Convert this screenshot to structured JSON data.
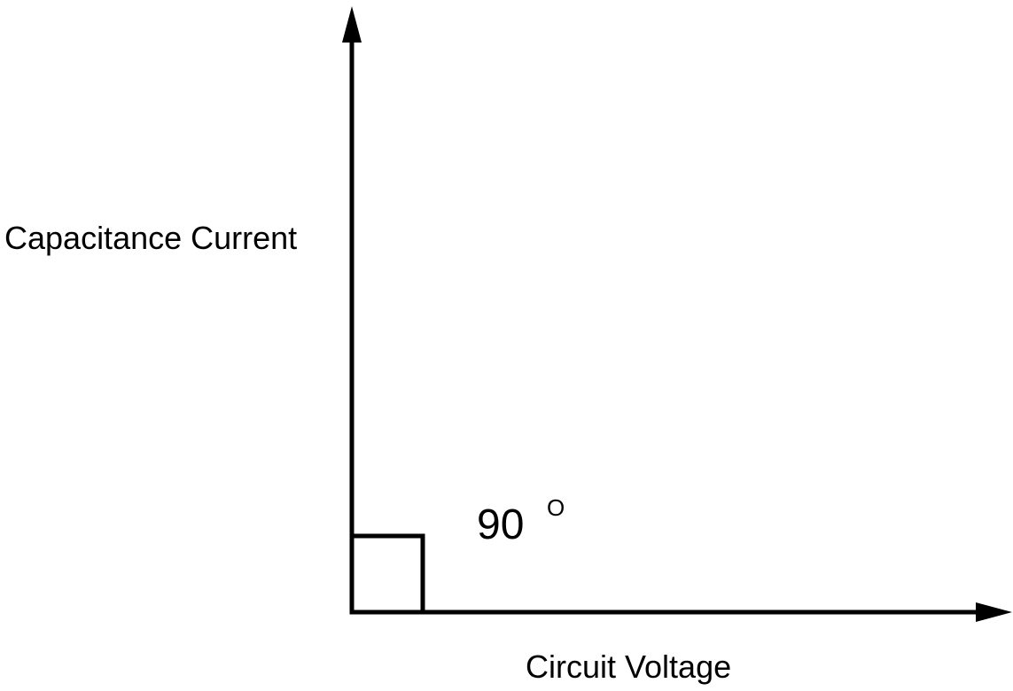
{
  "diagram": {
    "vertical_axis_label": "Capacitance Current",
    "horizontal_axis_label": "Circuit Voltage",
    "angle_value": "90",
    "angle_unit_symbol": "O",
    "colors": {
      "stroke": "#000000",
      "background": "#ffffff"
    }
  }
}
